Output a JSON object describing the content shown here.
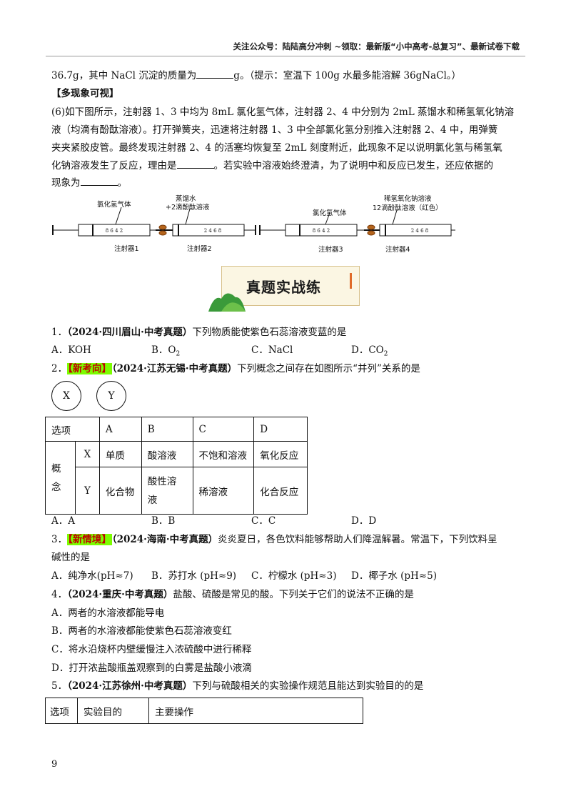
{
  "header": "关注公众号：陆陆高分冲刺 ~领取：最新版“小中高考-总复习”、最新试卷下载",
  "line1": {
    "a": "36.7g，其中 NaCl 沉淀的质量为",
    "b": "g。（提示：室温下 100g 水最多能溶解 36gNaCl。）"
  },
  "section_multi": "【多现象可视】",
  "q6": {
    "l1": "(6)如下图所示，注射器 1、3 中均为 8mL 氯化氢气体，注射器 2、4 中分别为 2mL 蒸馏水和稀氢氧化钠溶",
    "l2": "液（均滴有酚酞溶液）。打开弹簧夹，迅速将注射器 1、3 中全部氯化氢分别推入注射器 2、4 中，用弹簧",
    "l3": "夹夹紧胶皮管。最终发现注射器 2、4 的活塞均恢复至 2mL 刻度附近，此现象不足以说明氯化氢与稀氢氧",
    "l4a": "化钠溶液发生了反应，理由是",
    "l4b": "。若实验中溶液始终澄清，为了说明中和反应已发生，还应依据的",
    "l5a": "现象为",
    "l5b": "。"
  },
  "figure": {
    "left_gas": "氯化氢气体",
    "left_liquid": "蒸馏水",
    "left_liquid2": "+2滴酚酞溶液",
    "s1": "注射器1",
    "s2": "注射器2",
    "right_gas": "氯化氢气体",
    "right_liquid": "稀氢氧化钠溶液",
    "right_liquid2": "12滴酚酞溶液（红色）",
    "s3": "注射器3",
    "s4": "注射器4"
  },
  "banner": "真题实战练",
  "q1": {
    "num": "1．",
    "src": "（2024·四川眉山·中考真题）",
    "stem": "下列物质能使紫色石蕊溶液变蓝的是",
    "A": "A．KOH",
    "B": "B．O",
    "Bsub": "2",
    "C": "C．NaCl",
    "D": "D．CO",
    "Dsub": "2"
  },
  "q2": {
    "num": "2．",
    "tag": "【新考向】",
    "src": "（2024·江苏无锡·中考真题）",
    "stem": "下列概念之间存在如图所示“并列”关系的是",
    "circle_x": "X",
    "circle_y": "Y",
    "table": {
      "h0": "选项",
      "hA": "A",
      "hB": "B",
      "hC": "C",
      "hD": "D",
      "concept": "概念",
      "rx": "X",
      "ry": "Y",
      "xA": "单质",
      "xB": "酸溶液",
      "xC": "不饱和溶液",
      "xD": "氧化反应",
      "yA": "化合物",
      "yB1": "酸性溶",
      "yB2": "液",
      "yC": "稀溶液",
      "yD": "化合反应"
    },
    "A": "A．A",
    "B": "B．B",
    "C": "C．C",
    "D": "D．D"
  },
  "q3": {
    "num": "3．",
    "tag": "【新情境】",
    "src": "（2024·海南·中考真题）",
    "stem1": "炎炎夏日，各色饮料能够帮助人们降温解暑。常温下，下列饮料呈",
    "stem2": "碱性的是",
    "A": "A．纯净水(pH≈7)",
    "B": "B．苏打水 (pH≈9)",
    "C": "C．柠檬水 (pH≈3)",
    "D": "D．椰子水 (pH≈5)"
  },
  "q4": {
    "num": "4．",
    "src": "（2024·重庆·中考真题）",
    "stem": "盐酸、硫酸是常见的酸。下列关于它们的说法不正确的是",
    "A": "A．两者的水溶液都能导电",
    "B": "B．两者的水溶液都能使紫色石蕊溶液变红",
    "C": "C．将水沿烧杯内壁缓慢注入浓硫酸中进行稀释",
    "D": "D．打开浓盐酸瓶盖观察到的白雾是盐酸小液滴"
  },
  "q5": {
    "num": "5．",
    "src": "（2024·江苏徐州·中考真题）",
    "stem": "下列与硫酸相关的实验操作规范且能达到实验目的的是",
    "h0": "选项",
    "h1": "实验目的",
    "h2": "主要操作"
  },
  "page_number": "9"
}
